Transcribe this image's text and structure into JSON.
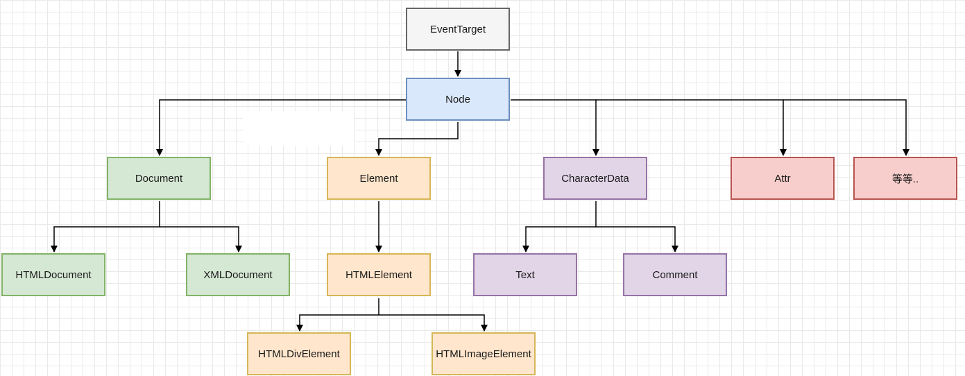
{
  "nodes": {
    "event_target": "EventTarget",
    "node": "Node",
    "document": "Document",
    "element": "Element",
    "character_data": "CharacterData",
    "attr": "Attr",
    "etc": "等等..",
    "html_document": "HTMLDocument",
    "xml_document": "XMLDocument",
    "html_element": "HTMLElement",
    "text": "Text",
    "comment": "Comment",
    "html_div_element": "HTMLDivElement",
    "html_image_element": "HTMLImageElement"
  },
  "colors": {
    "gray": "#f5f5f5",
    "blue": "#dae8fc",
    "green": "#d5e8d4",
    "orange": "#ffe6cc",
    "purple": "#e1d5e7",
    "red": "#f8cecc",
    "edge": "#000000"
  }
}
